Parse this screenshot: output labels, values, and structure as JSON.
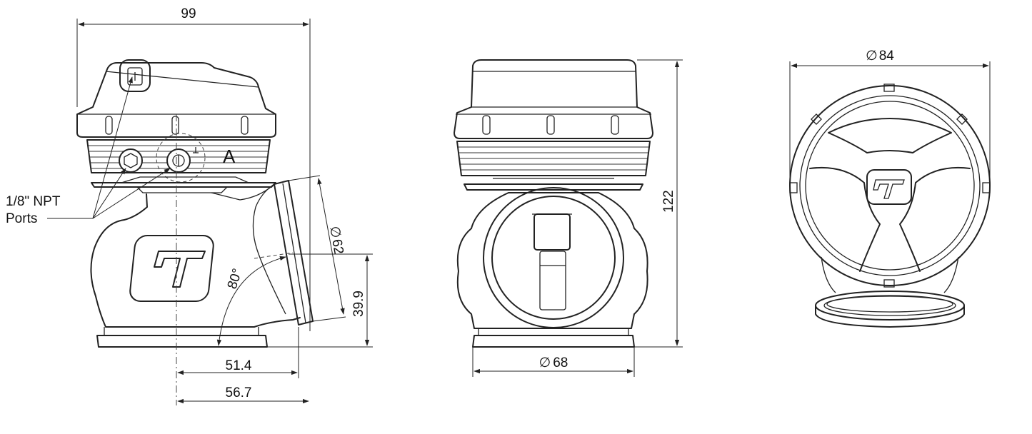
{
  "views": {
    "side": {
      "overall_width": "99",
      "port_label_line1": "1/8\" NPT",
      "port_label_line2": "Ports",
      "flange_diameter": "62",
      "angle": "80°",
      "outlet_height": "39.9",
      "inlet_offset": "51.4",
      "outlet_offset": "56.7",
      "detail_marker": "A"
    },
    "front": {
      "height": "122",
      "flange_diameter": "68"
    },
    "top": {
      "cap_diameter": "84"
    }
  },
  "diameter_symbol": "∅"
}
